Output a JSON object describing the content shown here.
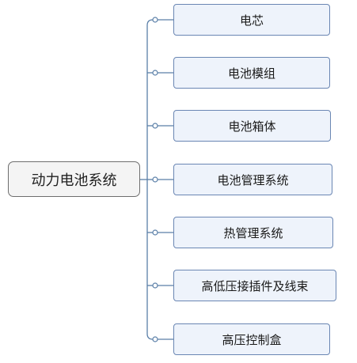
{
  "root": {
    "label": "动力电池系统"
  },
  "children": [
    {
      "label": "电芯"
    },
    {
      "label": "电池模组"
    },
    {
      "label": "电池箱体"
    },
    {
      "label": "电池管理系统"
    },
    {
      "label": "热管理系统"
    },
    {
      "label": "高低压接插件及线束"
    },
    {
      "label": "高压控制盒"
    }
  ],
  "colors": {
    "connector": "#5a7fa8",
    "node_border": "#6a86b3",
    "node_fill": "#eef3fb",
    "root_fill": "#f4f4f4"
  }
}
